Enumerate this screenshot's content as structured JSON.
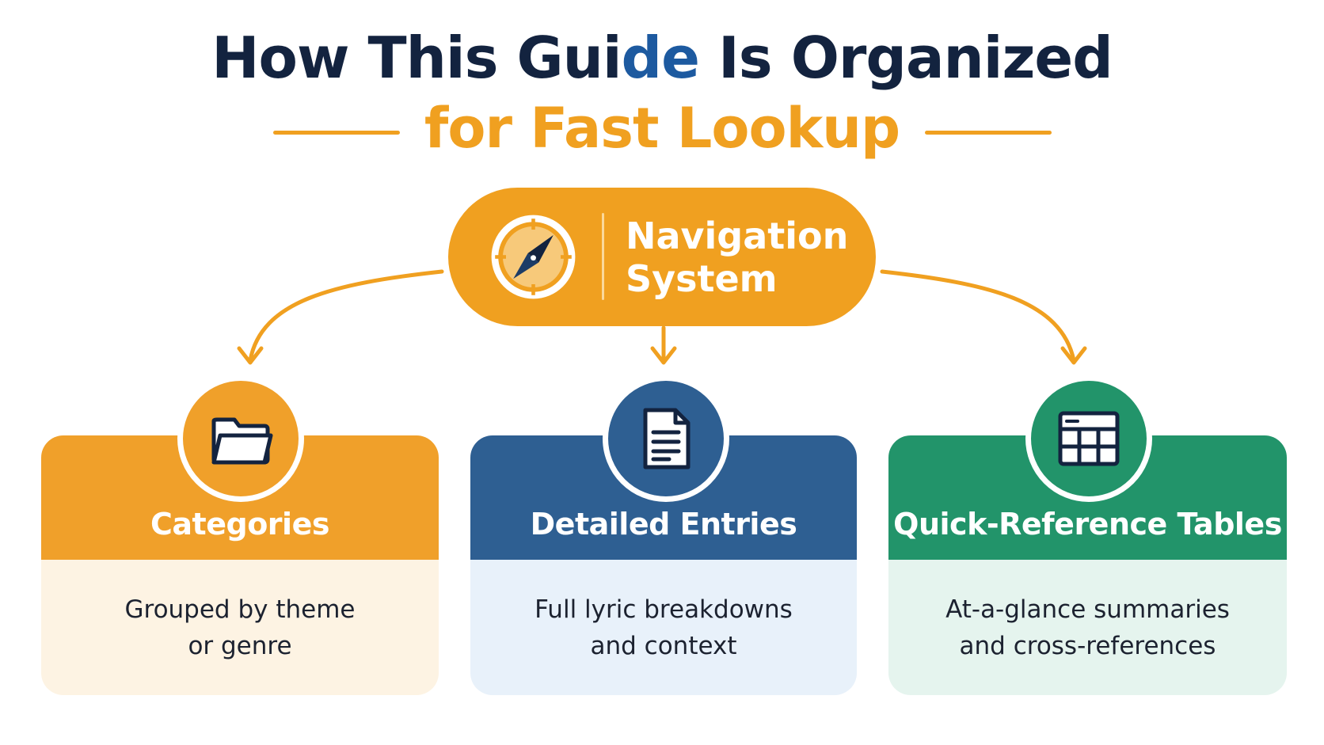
{
  "title": {
    "line1_part1": "How This Gui",
    "line1_highlight": "de",
    "line1_part2": " Is Organized",
    "line2": "for Fast Lookup"
  },
  "hub": {
    "label": "Navigation\nSystem",
    "icon": "compass-icon"
  },
  "cards": [
    {
      "title": "Categories",
      "description": "Grouped by theme\nor genre",
      "icon": "folder-icon",
      "color": "#f0a02a"
    },
    {
      "title": "Detailed Entries",
      "description": "Full lyric breakdowns\nand context",
      "icon": "document-icon",
      "color": "#2e5f92"
    },
    {
      "title": "Quick-Reference Tables",
      "description": "At-a-glance summaries\nand cross-references",
      "icon": "table-icon",
      "color": "#22946a"
    }
  ],
  "colors": {
    "accent": "#f0a020",
    "title_dark": "#13233f",
    "title_highlight": "#1d5aa0"
  }
}
